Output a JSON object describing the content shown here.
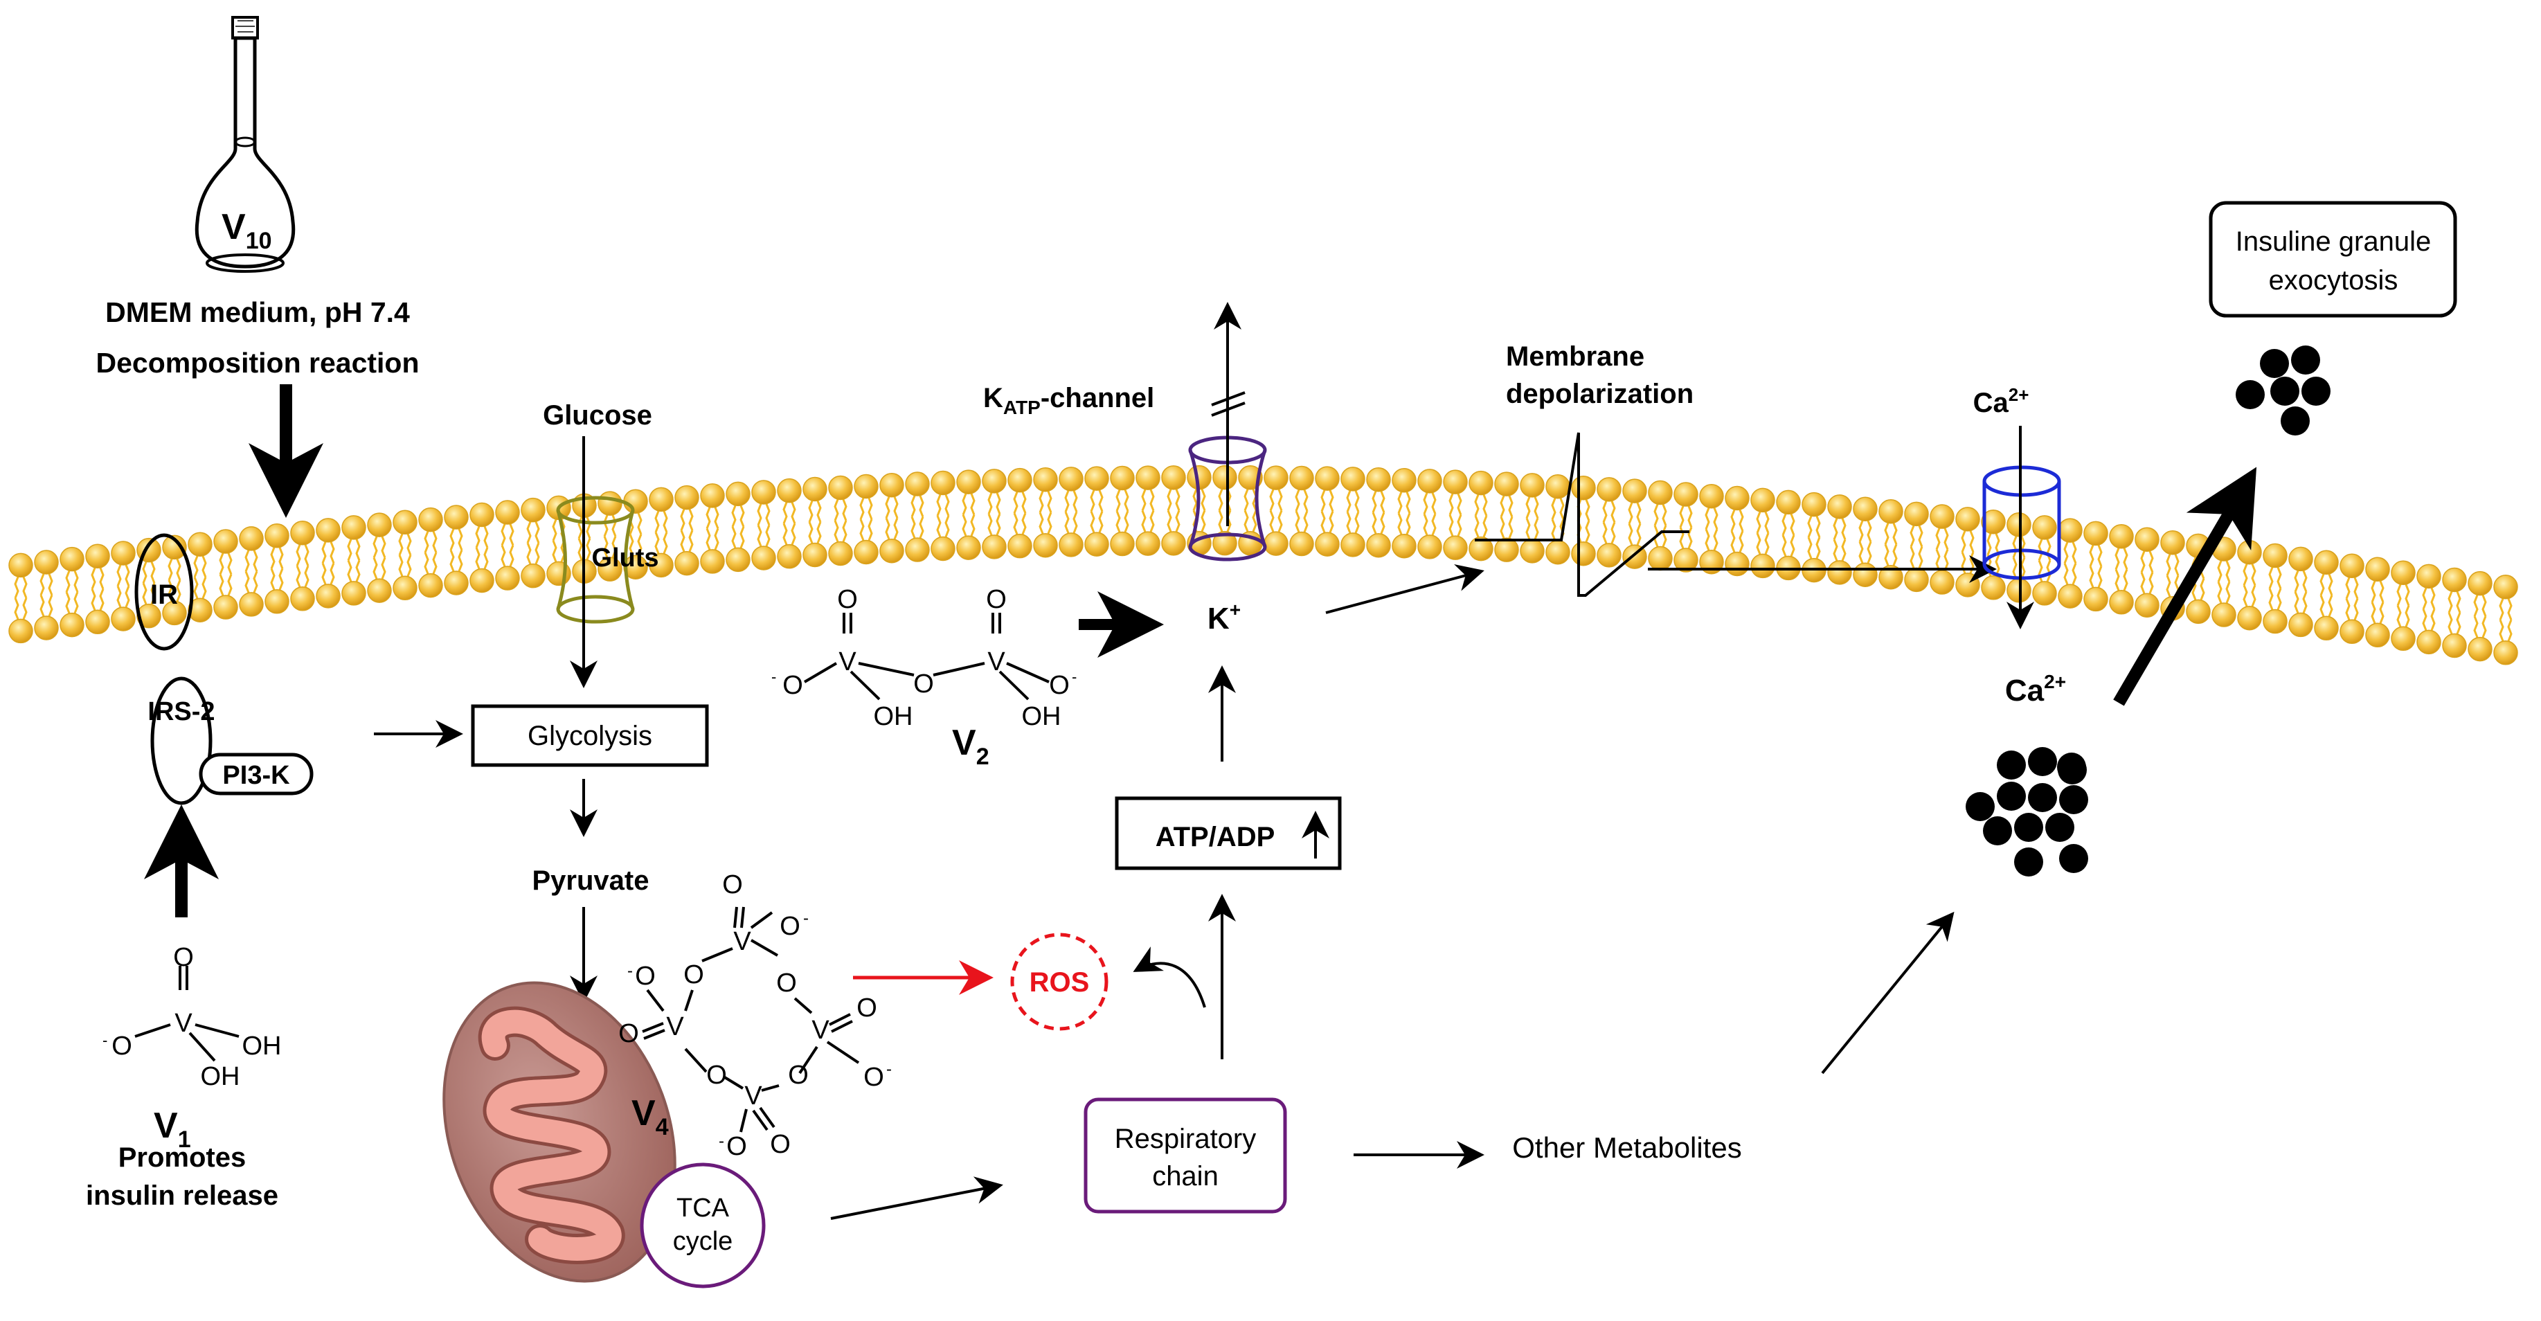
{
  "colors": {
    "lipid_head": "#f5c242",
    "lipid_head_edge": "#d9a21c",
    "lipid_tail": "#f2b824",
    "ros": "#e8141c",
    "purple": "#6a1b7a",
    "channel_katp": "#4b2580",
    "channel_ca": "#1c2bd6",
    "gluts": "#8a8a1e",
    "mito_outer": "#b07a74",
    "mito_inner": "#f2a59a",
    "black": "#000000"
  },
  "flask": {
    "label_main": "V",
    "label_sub": "10"
  },
  "decomposition": {
    "line1": "DMEM medium, pH 7.4",
    "line2": "Decomposition reaction"
  },
  "receptors": {
    "ir": "IR",
    "irs2": "IRS-2",
    "pi3k": "PI3-K"
  },
  "v1": {
    "o_top": "O",
    "v": "V",
    "o_minus": "O",
    "minus": "-",
    "oh1": "OH",
    "oh2": "OH",
    "name_main": "V",
    "name_sub": "1",
    "caption1": "Promotes",
    "caption2": "insulin release"
  },
  "glucose": "Glucose",
  "gluts": "Gluts",
  "glycolysis": "Glycolysis",
  "pyruvate": "Pyruvate",
  "v2": {
    "o1": "O",
    "o2": "O",
    "v1": "V",
    "v2": "V",
    "o_bridge": "O",
    "om_left": "O",
    "om_right": "O",
    "minus": "-",
    "oh1": "OH",
    "oh2": "OH",
    "name_main": "V",
    "name_sub": "2"
  },
  "v4": {
    "o": "O",
    "v": "V",
    "minus": "-",
    "name_main": "V",
    "name_sub": "4"
  },
  "katp": {
    "main": "K",
    "sub": "ATP",
    "rest": "-channel"
  },
  "k_ion": {
    "main": "K",
    "sup": "+"
  },
  "atp_adp": "ATP/ADP",
  "ros": "ROS",
  "membrane_depol": {
    "line1": "Membrane",
    "line2": "depolarization"
  },
  "ca_top": {
    "main": "Ca",
    "sup": "2+"
  },
  "ca_inner": {
    "main": "Ca",
    "sup": "2+"
  },
  "insulin_box": {
    "line1": "Insuline granule",
    "line2": "exocytosis"
  },
  "tca": {
    "line1": "TCA",
    "line2": "cycle"
  },
  "respiratory": {
    "line1": "Respiratory",
    "line2": "chain"
  },
  "other_metabolites": "Other Metabolites"
}
